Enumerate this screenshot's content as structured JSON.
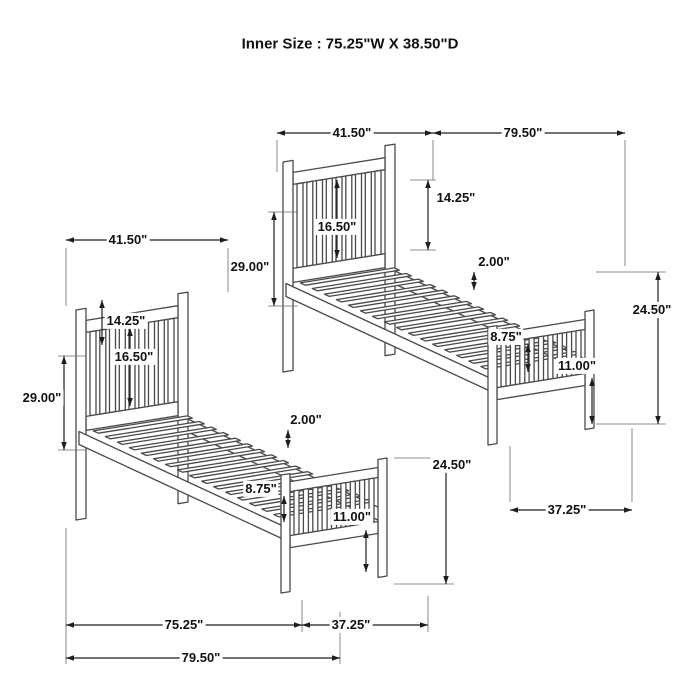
{
  "title": "Inner Size : 75.25\"W X  38.50\"D",
  "beds": {
    "upper": {
      "headboard_width": "41.50\"",
      "length": "79.50\"",
      "headboard_top": "14.25\"",
      "headboard_panel": "16.50\"",
      "headboard_height": "29.00\"",
      "slat_thickness": "2.00\"",
      "footboard_height": "24.50\"",
      "footboard_panel": "8.75\"",
      "footboard_leg": "11.00\"",
      "footboard_width": "37.25\""
    },
    "lower": {
      "headboard_width": "41.50\"",
      "headboard_top": "14.25\"",
      "headboard_panel": "16.50\"",
      "headboard_height": "29.00\"",
      "slat_thickness": "2.00\"",
      "footboard_height": "24.50\"",
      "footboard_panel": "8.75\"",
      "footboard_leg": "11.00\"",
      "inner_length": "75.25\"",
      "footboard_width": "37.25\"",
      "total_length": "79.50\""
    }
  }
}
